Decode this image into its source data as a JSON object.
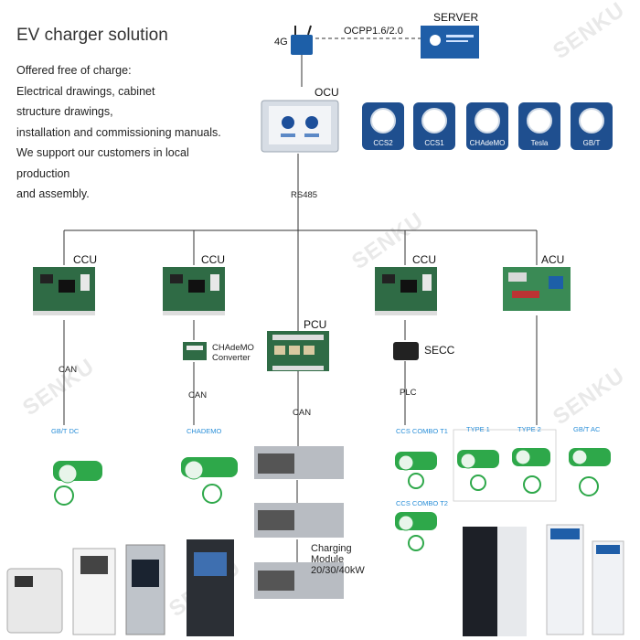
{
  "title": "EV charger solution",
  "intro": [
    "Offered free of charge:",
    "Electrical drawings, cabinet",
    "structure drawings,",
    "installation and commissioning manuals.",
    "We support our customers in local",
    "production",
    "and assembly."
  ],
  "labels": {
    "server": "SERVER",
    "ocpp": "OCPP1.6/2.0",
    "net": "4G",
    "ocu": "OCU",
    "rs485": "RS485",
    "ccu": "CCU",
    "acu": "ACU",
    "pcu": "PCU",
    "secc": "SECC",
    "chademo_converter": [
      "CHAdeMO",
      "Converter"
    ],
    "can": "CAN",
    "plc": "PLC",
    "charging_module": [
      "Charging",
      "Module",
      "20/30/40kW"
    ]
  },
  "connectors": [
    "CCS2",
    "CCS1",
    "CHAdeMO",
    "Tesla",
    "GB/T"
  ],
  "standards": {
    "gbt_dc": "GB/T DC",
    "chademo": "CHADEMO",
    "ccs_t1": "CCS COMBO T1",
    "ccs_t2": "CCS COMBO T2",
    "type1": "TYPE 1",
    "type2": "TYPE 2",
    "gbt_ac": "GB/T AC"
  },
  "brand": "SENKU",
  "colors": {
    "tile": "#1f4f8f",
    "board": "#2f6b45",
    "plug": "#2ea84a",
    "standard_label": "#2a8fd8"
  }
}
